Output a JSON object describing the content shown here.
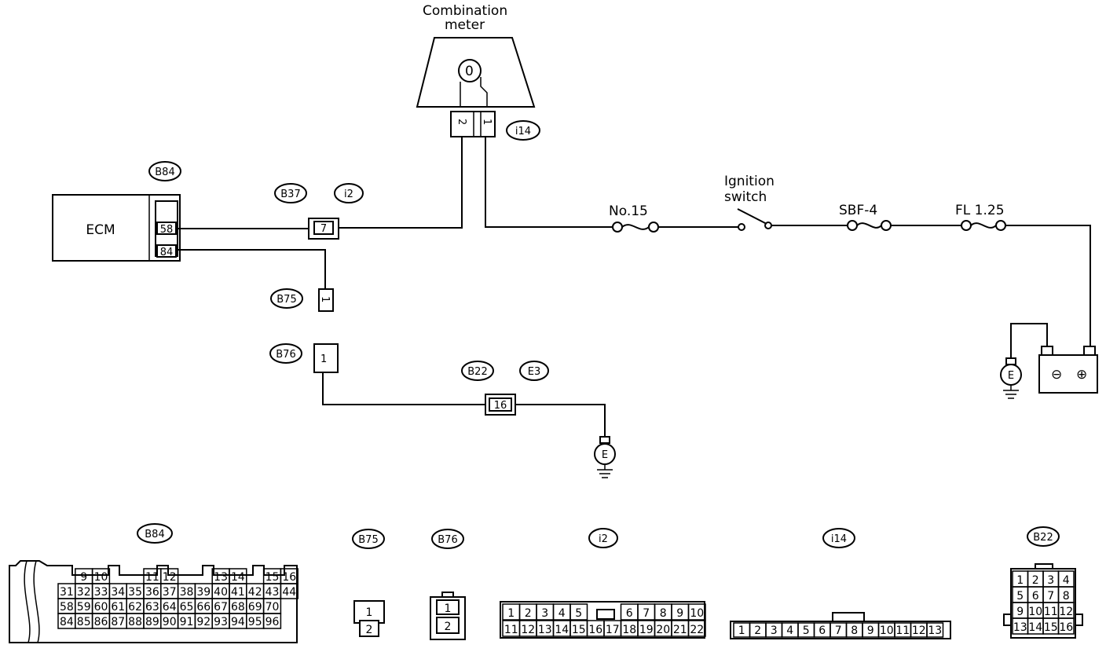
{
  "meter": {
    "title_line1": "Combination",
    "title_line2": "meter",
    "symbol": "0",
    "pins": [
      "2",
      "1"
    ]
  },
  "ecm": {
    "label": "ECM",
    "pins": [
      "58",
      "84"
    ]
  },
  "tags": {
    "b84": "B84",
    "b37": "B37",
    "i2": "i2",
    "i14": "i14",
    "b75": "B75",
    "b76": "B76",
    "b22": "B22",
    "e3": "E3"
  },
  "inline_pins": {
    "b37_i2": "7",
    "b75": "1",
    "b76": "1",
    "b22_e3": "16"
  },
  "fuse_no15": "No.15",
  "ignition": {
    "line1": "Ignition",
    "line2": "switch"
  },
  "sbf": "SBF-4",
  "fl": "FL 1.25",
  "ground": "E",
  "battery": {
    "minus": "⊖",
    "plus": "⊕"
  },
  "connectors": {
    "b84": {
      "tag": "B84",
      "rows": [
        [
          "",
          "9",
          "10",
          "",
          "11",
          "12",
          "",
          "13",
          "14",
          "",
          "15",
          "16"
        ],
        [
          "31",
          "32",
          "33",
          "34",
          "35",
          "36",
          "37",
          "38",
          "39",
          "40",
          "41",
          "42",
          "43",
          "44"
        ],
        [
          "58",
          "59",
          "60",
          "61",
          "62",
          "63",
          "64",
          "65",
          "66",
          "67",
          "68",
          "69",
          "70"
        ],
        [
          "84",
          "85",
          "86",
          "87",
          "88",
          "89",
          "90",
          "91",
          "92",
          "93",
          "94",
          "95",
          "96"
        ]
      ]
    },
    "b75": {
      "tag": "B75",
      "pins": [
        "1",
        "2"
      ]
    },
    "b76": {
      "tag": "B76",
      "pins": [
        "1",
        "2"
      ]
    },
    "i2": {
      "tag": "i2",
      "top": [
        "1",
        "2",
        "3",
        "4",
        "5",
        "6",
        "7",
        "8",
        "9",
        "10"
      ],
      "bottom": [
        "11",
        "12",
        "13",
        "14",
        "15",
        "16",
        "17",
        "18",
        "19",
        "20",
        "21",
        "22"
      ]
    },
    "i14": {
      "tag": "i14",
      "pins": [
        "1",
        "2",
        "3",
        "4",
        "5",
        "6",
        "7",
        "8",
        "9",
        "10",
        "11",
        "12",
        "13"
      ]
    },
    "b22": {
      "tag": "B22",
      "rows": [
        [
          "1",
          "2",
          "3",
          "4"
        ],
        [
          "5",
          "6",
          "7",
          "8"
        ],
        [
          "9",
          "10",
          "11",
          "12"
        ],
        [
          "13",
          "14",
          "15",
          "16"
        ]
      ]
    }
  }
}
